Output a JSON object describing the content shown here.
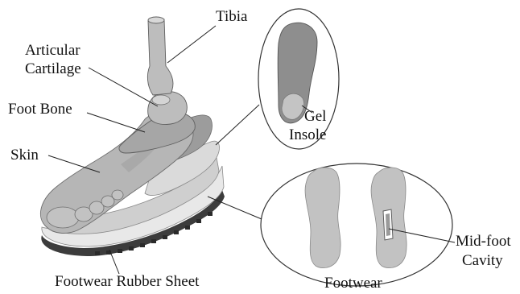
{
  "labels": {
    "tibia": "Tibia",
    "articular_cartilage_line1": "Articular",
    "articular_cartilage_line2": "Cartilage",
    "foot_bone": "Foot Bone",
    "skin": "Skin",
    "gel": "Gel",
    "insole": "Insole",
    "footwear": "Footwear",
    "midfoot_cavity_line1": "Mid-foot",
    "midfoot_cavity_line2": "Cavity",
    "footwear_rubber_sheet": "Footwear Rubber Sheet"
  },
  "colors": {
    "skin": "#b8b8b8",
    "bone": "#a9a9a9",
    "insole": "#8e8e8e",
    "gel": "#c4c4c4",
    "sole_light": "#e6e6e6",
    "sole_mid": "#d0d0d0",
    "rubber_dark": "#3c3c3c",
    "footwear_piece": "#c2c2c2",
    "leader_line": "#222222"
  }
}
